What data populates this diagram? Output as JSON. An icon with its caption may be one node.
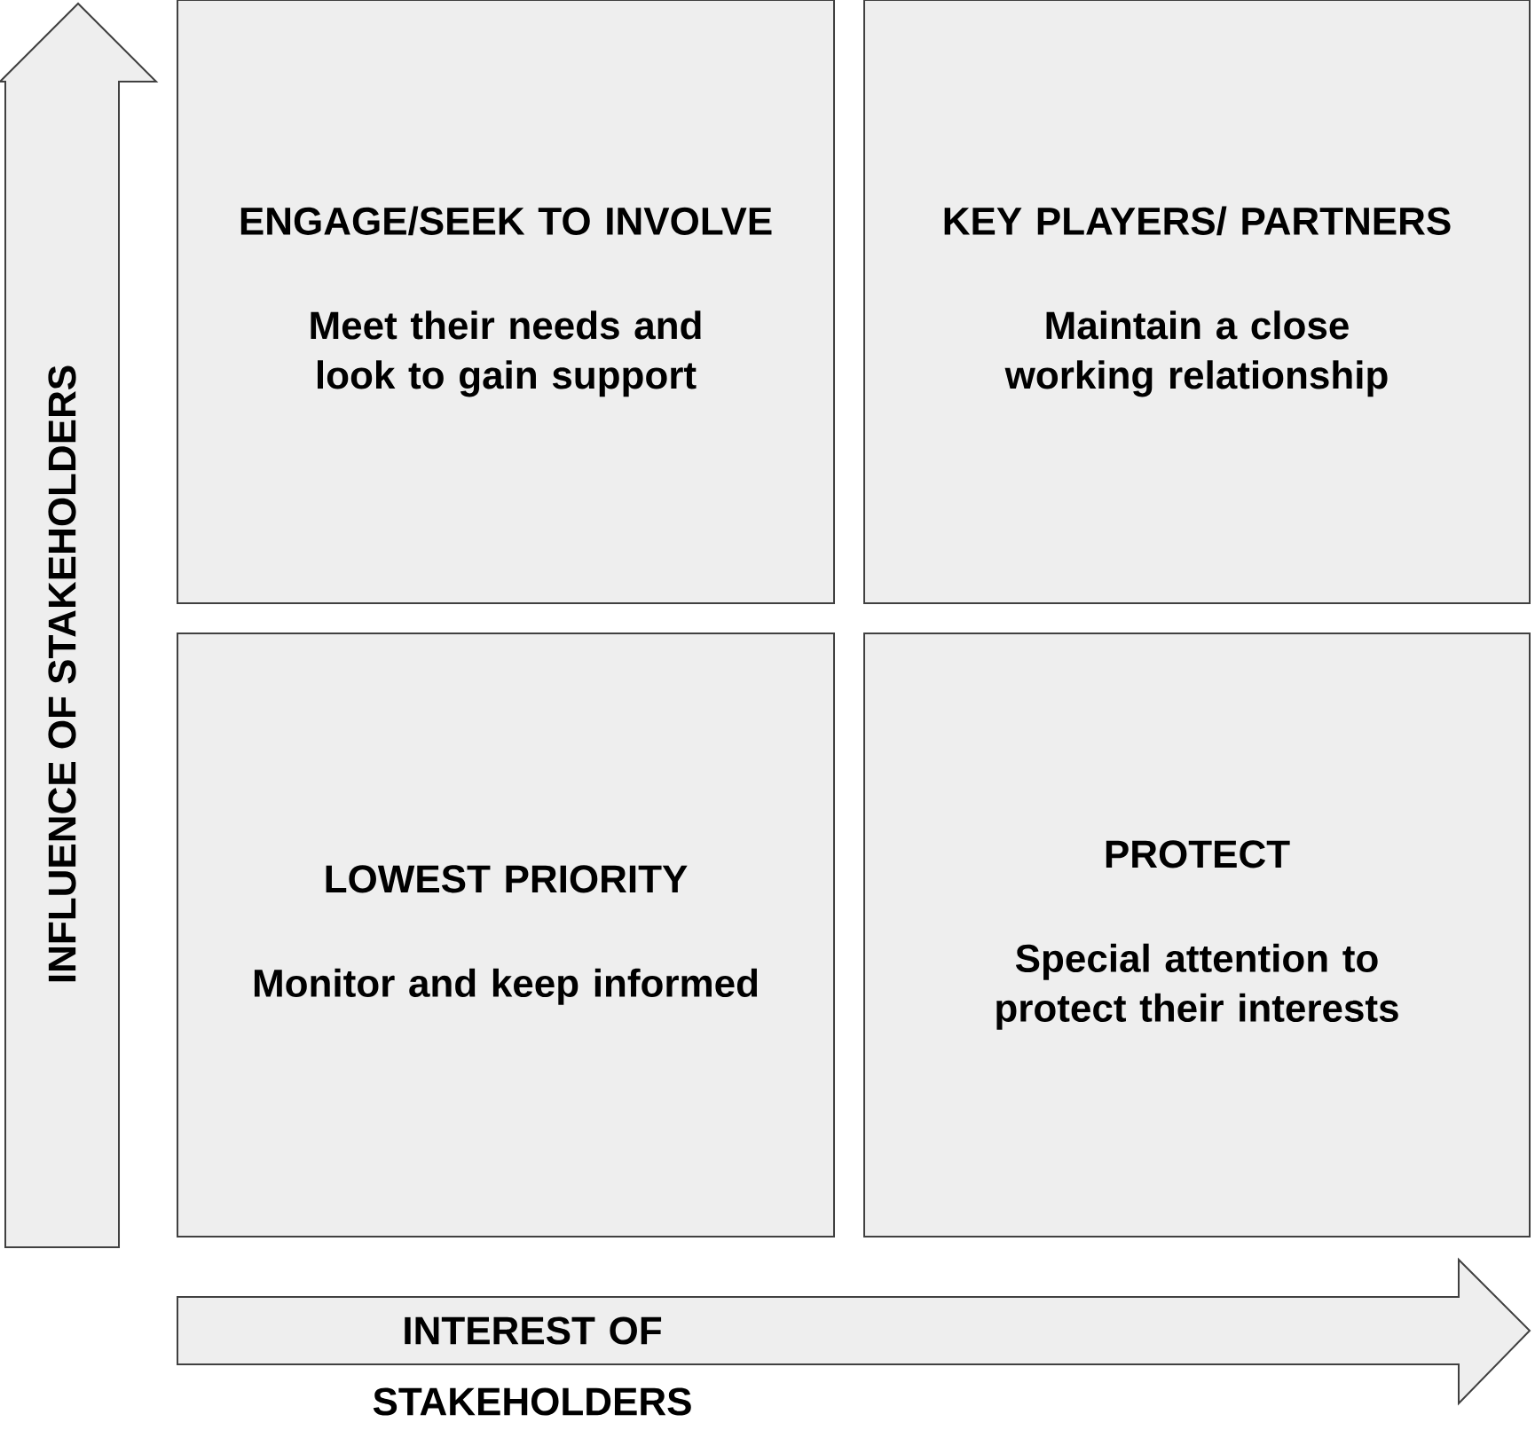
{
  "diagram": {
    "nodes": [
      {
        "text": [
          "ENGAGE/SEEK TO INVOLVE",
          "Meet their needs and look to gain support"
        ]
      },
      {
        "text": [
          "KEY PLAYERS/ PARTNERS",
          "Maintain a close working relationship"
        ]
      },
      {
        "text": [
          "LOWEST PRIORITY",
          "Monitor and keep informed"
        ]
      },
      {
        "text": [
          "PROTECT",
          "Special attention to protect their interests"
        ]
      },
      {
        "text": [
          "INFLUENCE OF STAKEHOLDERS"
        ]
      },
      {
        "text": [
          "INTEREST OF STAKEHOLDERS"
        ]
      }
    ]
  }
}
